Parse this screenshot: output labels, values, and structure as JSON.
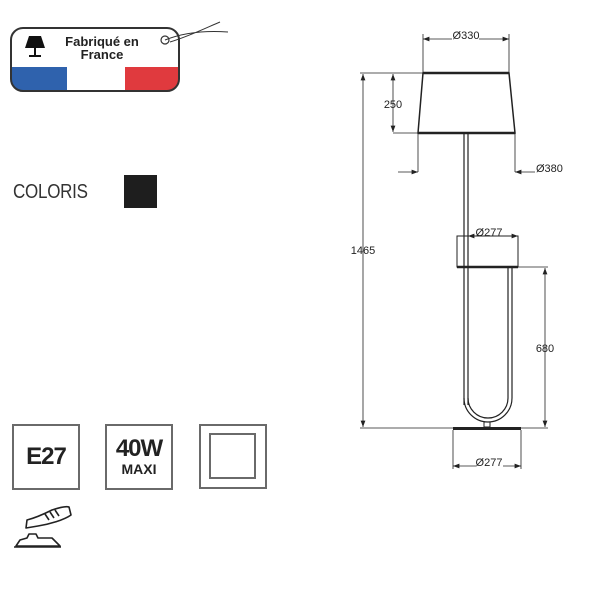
{
  "badge": {
    "text_line1": "Fabriqué en",
    "text_line2": "France",
    "flag_colors": [
      "#2f62ad",
      "#ffffff",
      "#e03a3e"
    ]
  },
  "coloris": {
    "label": "COLORIS",
    "swatch_color": "#1e1e1e"
  },
  "specs": {
    "socket": "E27",
    "power": "40W",
    "power_sub": "MAXI",
    "class_icon": "double-insulation-class-ii-icon",
    "switch_icon": "foot-switch-icon"
  },
  "dimensions": {
    "shade_top": "Ø330",
    "shade_height": "250",
    "shade_bottom": "Ø380",
    "total_height": "1465",
    "tray": "Ø277",
    "tray_height": "680",
    "base": "Ø277"
  }
}
